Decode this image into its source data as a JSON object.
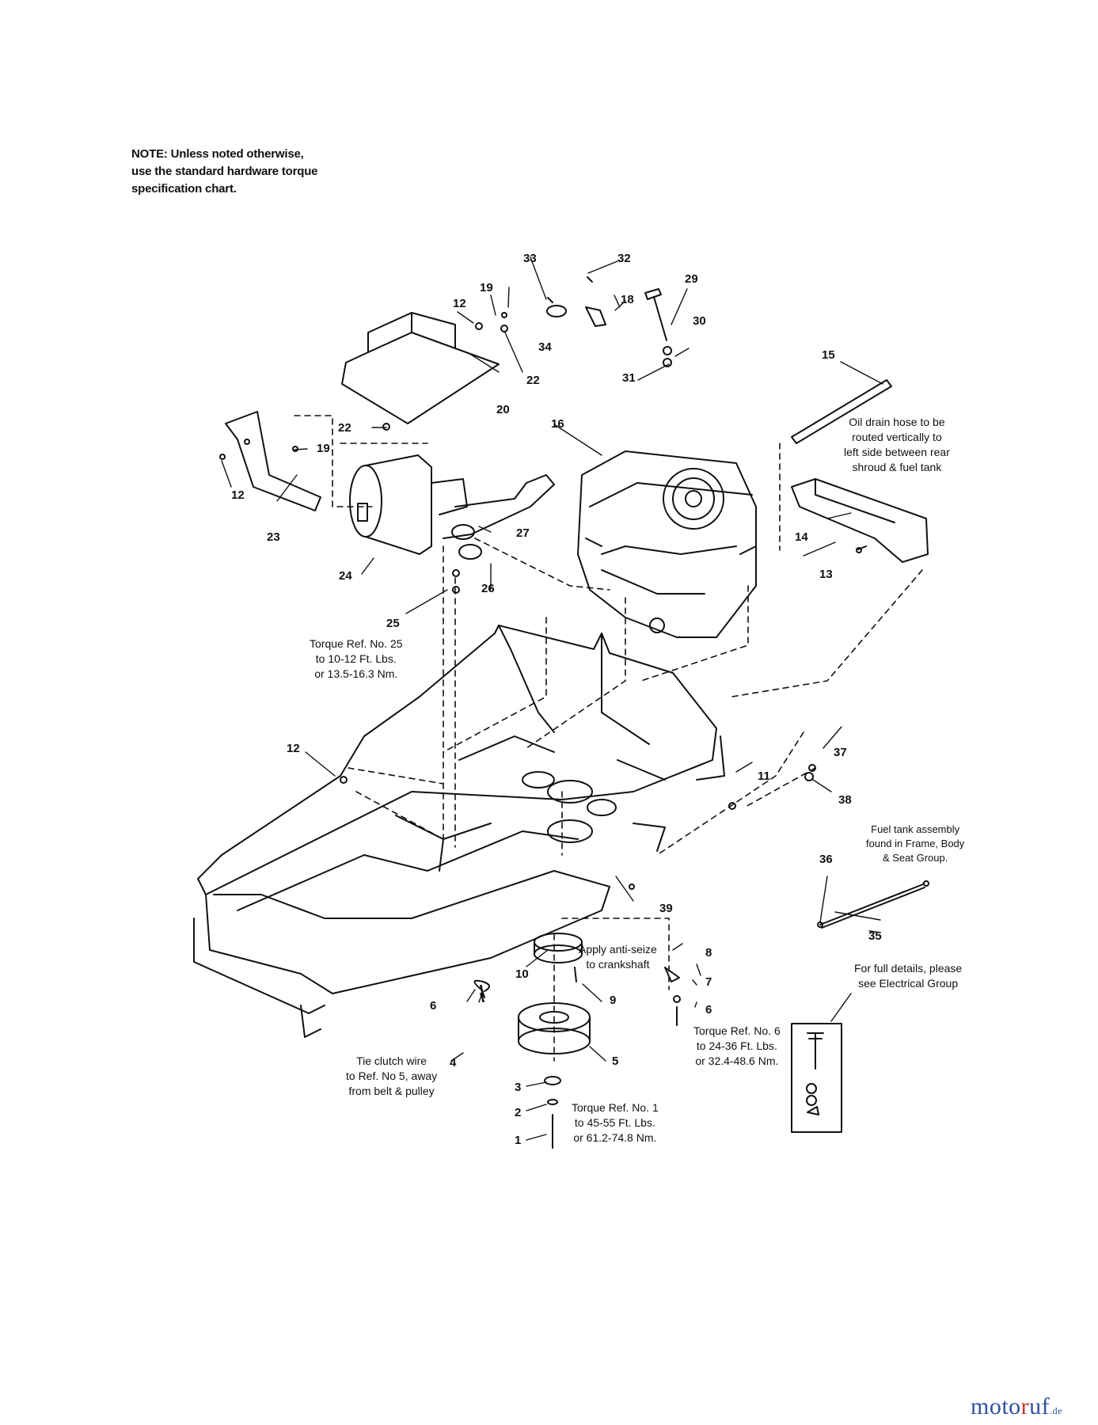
{
  "note": {
    "lines": [
      "NOTE: Unless noted otherwise,",
      "use the standard hardware torque",
      "specification chart."
    ]
  },
  "callouts": [
    "1",
    "2",
    "3",
    "4",
    "5",
    "6",
    "6",
    "7",
    "8",
    "9",
    "10",
    "11",
    "12",
    "12",
    "12",
    "13",
    "14",
    "15",
    "16",
    "18",
    "19",
    "19",
    "20",
    "22",
    "22",
    "23",
    "24",
    "25",
    "26",
    "27",
    "29",
    "30",
    "31",
    "32",
    "33",
    "34",
    "35",
    "36",
    "37",
    "38",
    "39"
  ],
  "annotations": {
    "oil_drain": [
      "Oil drain hose to be",
      "routed vertically to",
      "left side between rear",
      "shroud & fuel tank"
    ],
    "torque_25": [
      "Torque Ref. No. 25",
      "to 10-12 Ft. Lbs.",
      "or 13.5-16.3 Nm."
    ],
    "fuel_tank": [
      "Fuel tank assembly",
      "found in Frame, Body",
      "& Seat Group."
    ],
    "anti_seize": [
      "Apply anti-seize",
      "to crankshaft"
    ],
    "electrical": [
      "For full details, please",
      "see Electrical Group"
    ],
    "torque_6": [
      "Torque Ref. No. 6",
      "to 24-36 Ft. Lbs.",
      "or 32.4-48.6 Nm."
    ],
    "tie_clutch": [
      "Tie clutch wire",
      "to Ref. No 5, away",
      "from belt & pulley"
    ],
    "torque_1": [
      "Torque Ref. No. 1",
      "to 45-55 Ft. Lbs.",
      "or 61.2-74.8 Nm."
    ]
  },
  "watermark": {
    "part1": "moto",
    "part2": "r",
    "part3": "uf",
    "suffix": ".de"
  }
}
